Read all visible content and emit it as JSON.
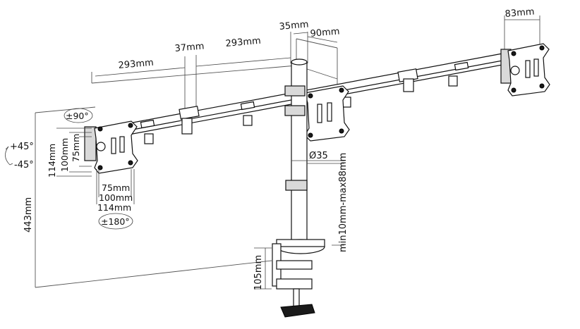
{
  "dimensions": {
    "arm_left": "293mm",
    "arm_right": "293mm",
    "joint": "37mm",
    "pole_width": "35mm",
    "pole_depth": "90mm",
    "bracket_width": "83mm",
    "tilt_up": "+45°",
    "tilt_down": "-45°",
    "rotate_90": "±90°",
    "rotate_180": "±180°",
    "vesa_v_114": "114mm",
    "vesa_v_100": "100mm",
    "vesa_v_75": "75mm",
    "vesa_h_75": "75mm",
    "vesa_h_100": "100mm",
    "vesa_h_114": "114mm",
    "total_height": "443mm",
    "pole_diameter": "Ø35",
    "clamp_range": "min10mm-max88mm",
    "clamp_height": "105mm"
  }
}
